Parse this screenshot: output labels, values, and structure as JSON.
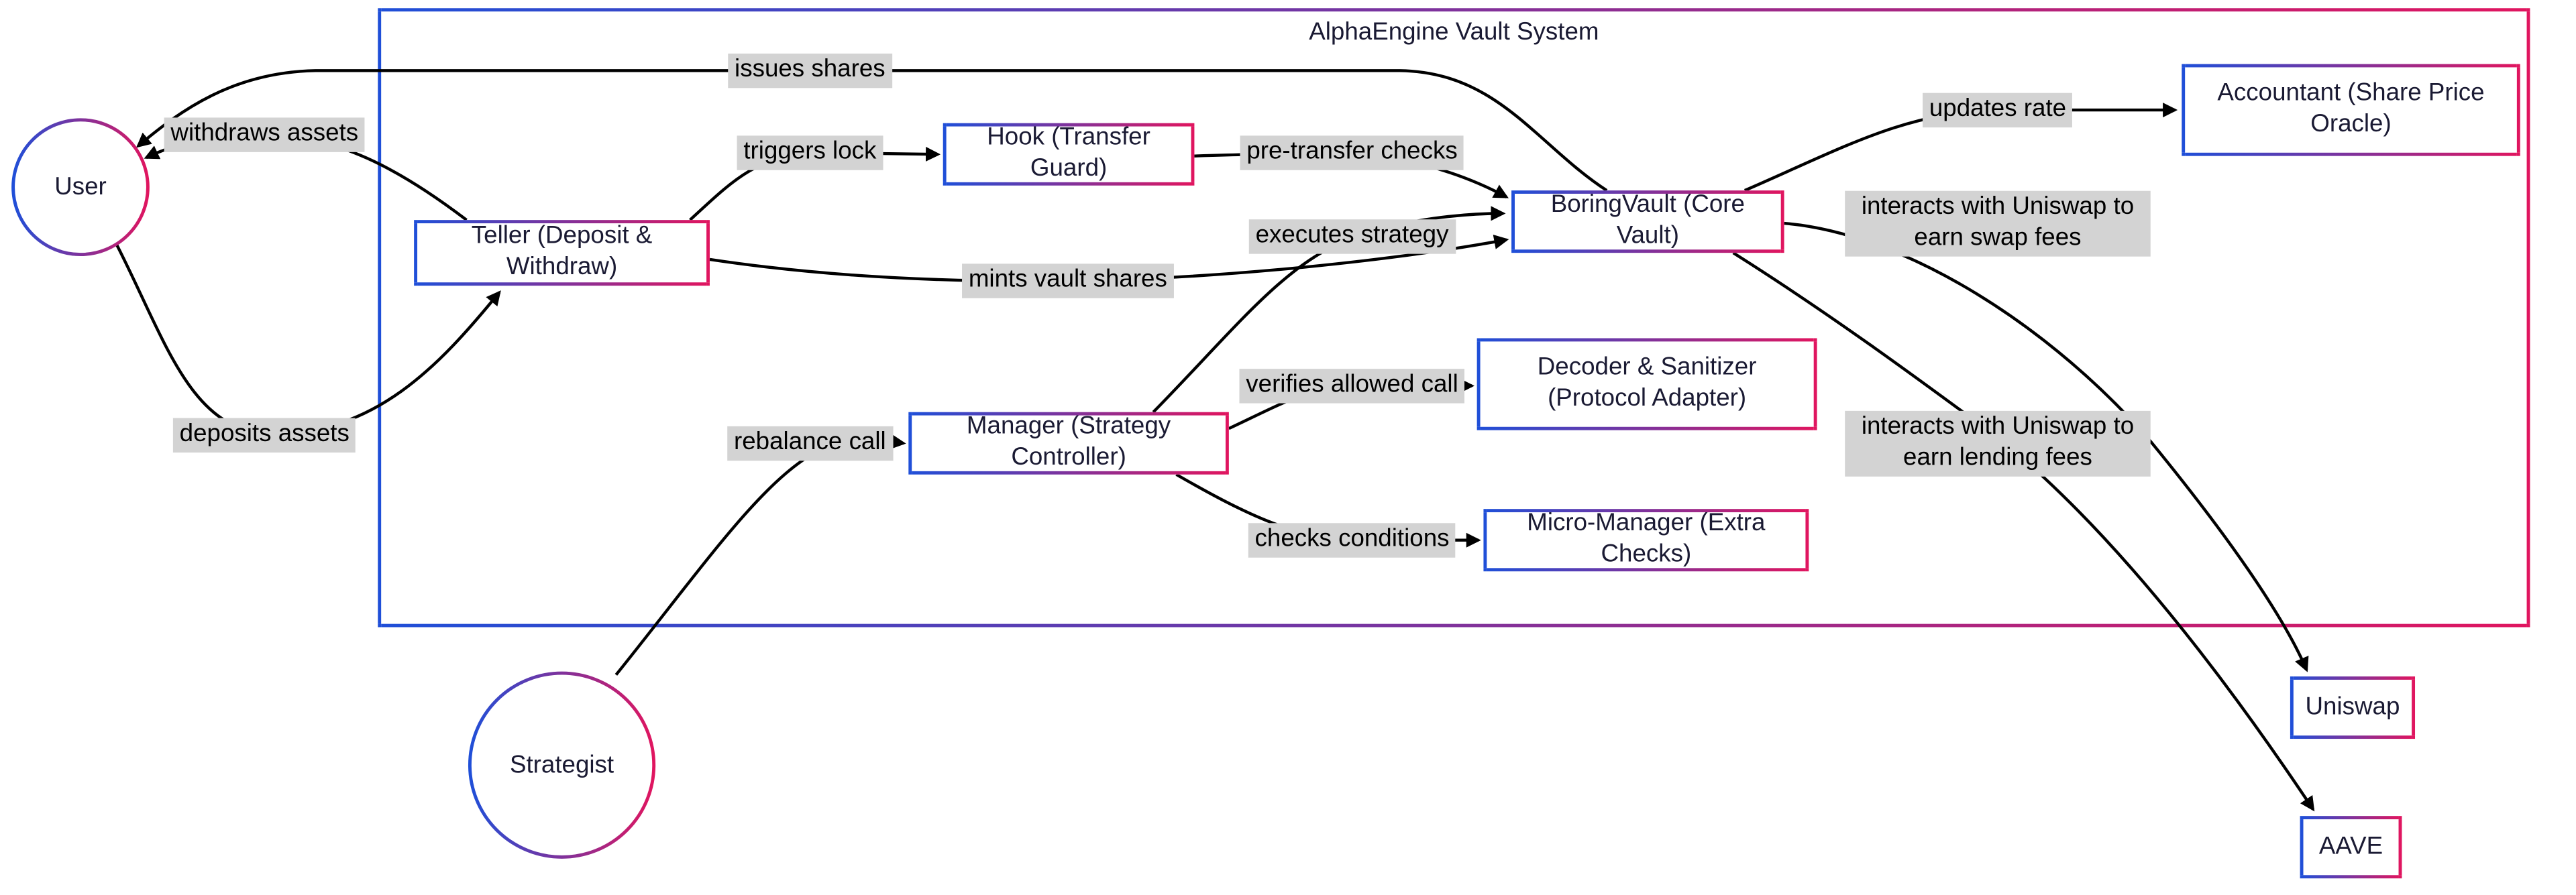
{
  "diagram": {
    "title": "AlphaEngine Vault System",
    "nodes": {
      "user": "User",
      "teller": "Teller (Deposit & Withdraw)",
      "hook": "Hook (Transfer Guard)",
      "boring_vault": "BoringVault (Core Vault)",
      "accountant": "Accountant (Share Price Oracle)",
      "decoder": "Decoder & Sanitizer (Protocol Adapter)",
      "manager": "Manager (Strategy Controller)",
      "micro_manager": "Micro-Manager (Extra Checks)",
      "uniswap": "Uniswap",
      "aave": "AAVE",
      "strategist": "Strategist"
    },
    "edges": [
      {
        "from": "User",
        "to": "Teller (Deposit & Withdraw)",
        "label": "deposits assets"
      },
      {
        "from": "Teller (Deposit & Withdraw)",
        "to": "User",
        "label": "withdraws assets"
      },
      {
        "from": "BoringVault (Core Vault)",
        "to": "User",
        "label": "issues shares"
      },
      {
        "from": "Teller (Deposit & Withdraw)",
        "to": "Hook (Transfer Guard)",
        "label": "triggers lock"
      },
      {
        "from": "Hook (Transfer Guard)",
        "to": "BoringVault (Core Vault)",
        "label": "pre-transfer checks"
      },
      {
        "from": "Teller (Deposit & Withdraw)",
        "to": "BoringVault (Core Vault)",
        "label": "mints vault shares"
      },
      {
        "from": "BoringVault (Core Vault)",
        "to": "Accountant (Share Price Oracle)",
        "label": "updates rate"
      },
      {
        "from": "BoringVault (Core Vault)",
        "to": "Uniswap",
        "label": "interacts with Uniswap to earn swap fees"
      },
      {
        "from": "BoringVault (Core Vault)",
        "to": "AAVE",
        "label": "interacts with Uniswap to earn lending fees"
      },
      {
        "from": "Manager (Strategy Controller)",
        "to": "BoringVault (Core Vault)",
        "label": "executes strategy"
      },
      {
        "from": "Manager (Strategy Controller)",
        "to": "Decoder & Sanitizer (Protocol Adapter)",
        "label": "verifies allowed call"
      },
      {
        "from": "Manager (Strategy Controller)",
        "to": "Micro-Manager (Extra Checks)",
        "label": "checks conditions"
      },
      {
        "from": "Strategist",
        "to": "Manager (Strategy Controller)",
        "label": "rebalance call"
      }
    ],
    "colors": {
      "gradient_start": "#1f4fd8",
      "gradient_end": "#e0155f",
      "edge": "#000000",
      "label_bg": "#d3d3d3",
      "node_fill": "#ffffff",
      "text": "#1a1a33",
      "background": "#ffffff"
    }
  }
}
